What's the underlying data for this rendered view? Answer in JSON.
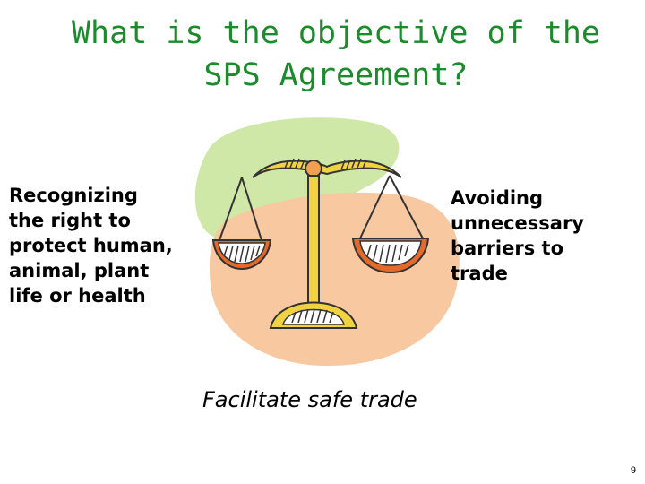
{
  "slide": {
    "title_lines": [
      "What is the objective of the",
      "SPS Agreement?"
    ],
    "left_text_lines": [
      "Recognizing",
      "the right to",
      "protect human,",
      "animal, plant",
      "life or health"
    ],
    "right_text_lines": [
      "Avoiding",
      "unnecessary",
      "barriers to",
      "trade"
    ],
    "caption": "Facilitate safe trade",
    "page_number": "9"
  },
  "colors": {
    "title": "#1e8a2e",
    "green_blob": "#cfe8a8",
    "orange_blob": "#f8c8a0",
    "scale_gold": "#f1d240",
    "pan_orange": "#e4692a",
    "knob_orange": "#f0a050",
    "outline": "#333333"
  },
  "icons": [
    "balance-scale-icon"
  ]
}
